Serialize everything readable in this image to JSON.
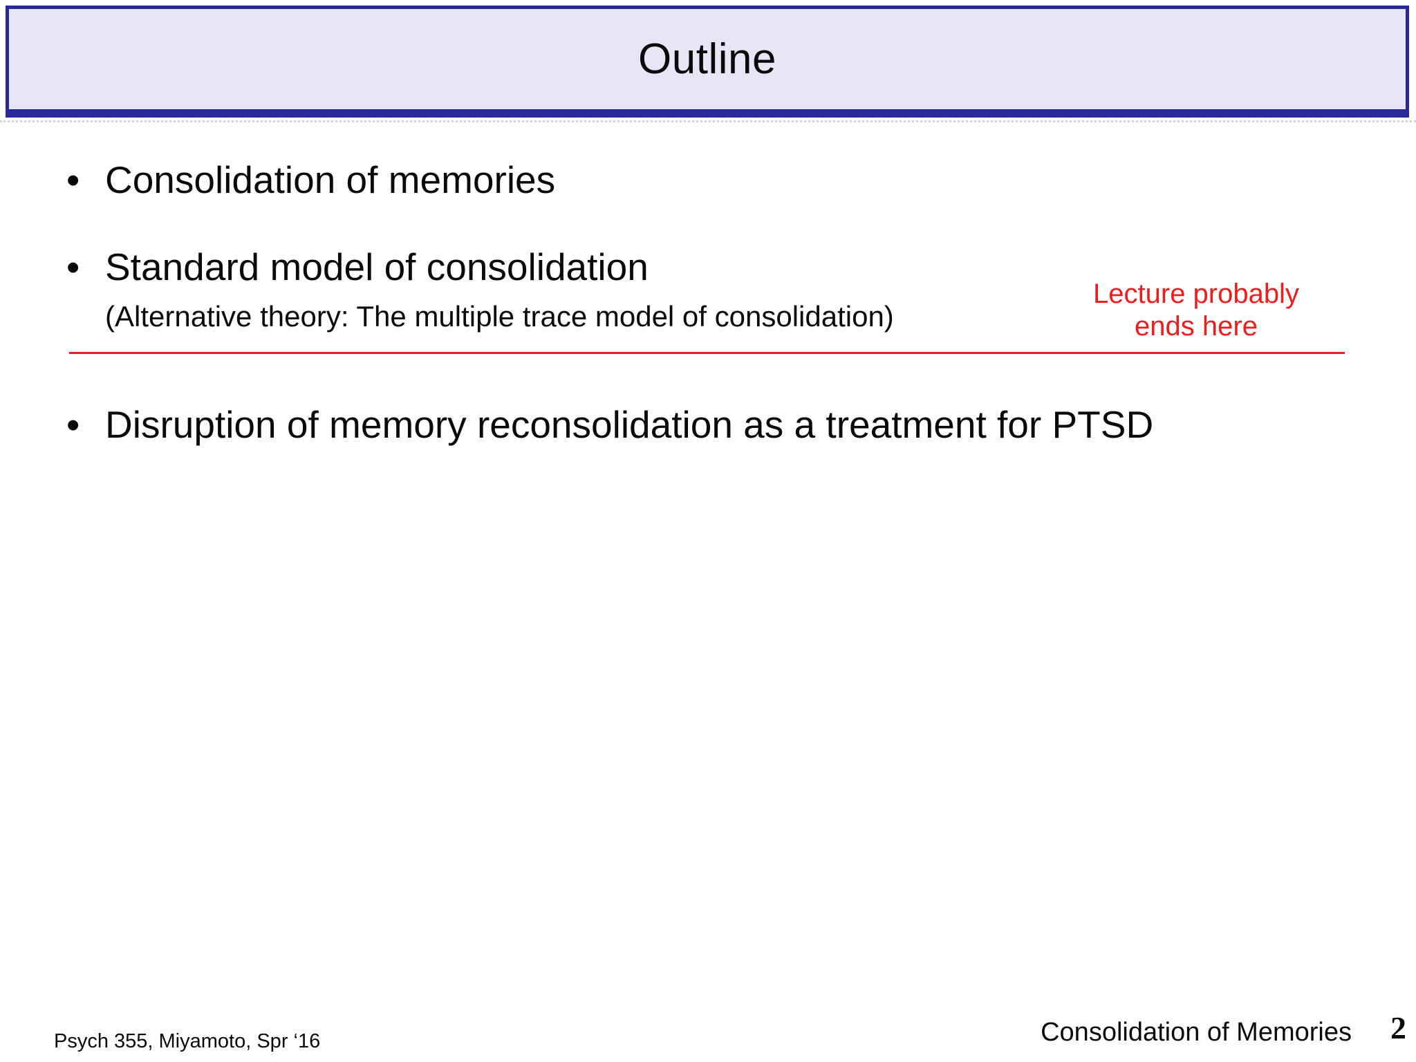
{
  "slide": {
    "title": "Outline",
    "bullet_glyph": "•",
    "bullets": [
      {
        "text": "Consolidation of memories"
      },
      {
        "text": "Standard model of consolidation",
        "subtext": "(Alternative theory: The multiple trace model of consolidation)"
      },
      {
        "text": "Disruption of memory reconsolidation as a treatment for PTSD"
      }
    ],
    "annotation": {
      "line1": "Lecture probably",
      "line2": "ends here"
    },
    "footer": {
      "left": "Psych 355, Miyamoto, Spr ‘16",
      "right": "Consolidation of Memories",
      "page_number": "2"
    },
    "colors": {
      "title_border": "#28289b",
      "title_background": "#e6e6f6",
      "annotation_red": "#ee1c1c",
      "text": "#0a0a0a"
    }
  }
}
